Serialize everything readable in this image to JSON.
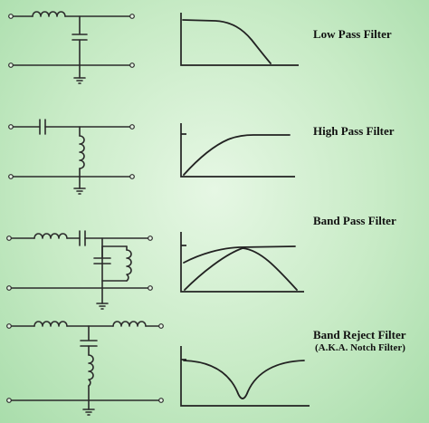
{
  "filters": [
    {
      "title": "Low Pass Filter"
    },
    {
      "title": "High Pass Filter"
    },
    {
      "title": "Band Pass Filter"
    },
    {
      "title": "Band Reject Filter",
      "subtitle": "(A.K.A. Notch Filter)"
    }
  ],
  "colors": {
    "background": "#c8ebc6",
    "ink": "#2b2b2b"
  },
  "icons": [
    "inductor-icon",
    "capacitor-icon",
    "ground-icon",
    "terminal-icon"
  ]
}
